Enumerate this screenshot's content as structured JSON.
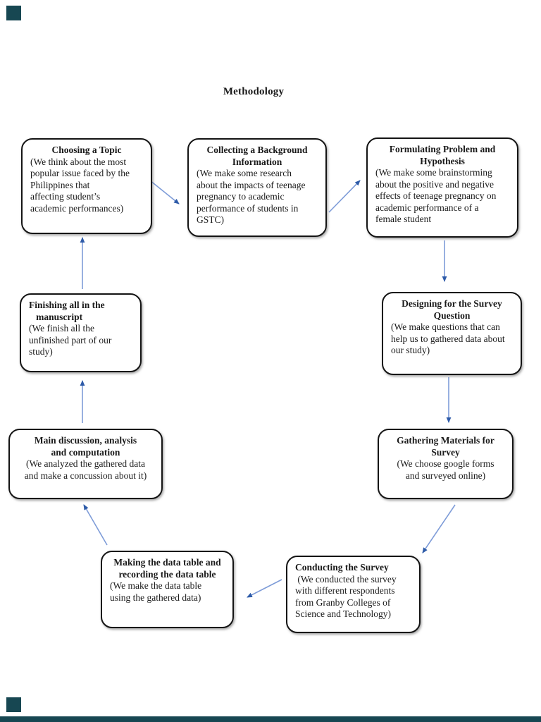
{
  "page": {
    "title": "Methodology"
  },
  "colors": {
    "arrow_line": "#7e9cd8",
    "arrow_head": "#2e5ba8",
    "box_border": "#141414",
    "corner_mark": "#174752",
    "background": "#ffffff"
  },
  "nodes": [
    {
      "id": "choosing-a-topic",
      "title": "Choosing a Topic",
      "body": "(We think about the most\npopular issue faced by the\nPhilippines that\naffecting student’s\nacademic performances)"
    },
    {
      "id": "collecting-background-information",
      "title": "Collecting a Background\nInformation",
      "body": "(We make some research\nabout the impacts of teenage\npregnancy to academic\nperformance of students in\nGSTC)"
    },
    {
      "id": "formulating-problem-hypothesis",
      "title": "Formulating Problem and\nHypothesis",
      "body": "(We make some brainstorming\nabout the positive and negative\neffects of teenage pregnancy on\nacademic performance of a\nfemale student"
    },
    {
      "id": "designing-survey-question",
      "title": "Designing for the Survey\nQuestion",
      "body": "(We make questions that can\nhelp us to gathered data about\nour study)"
    },
    {
      "id": "gathering-materials-survey",
      "title": "Gathering Materials for\nSurvey",
      "body": "(We choose google forms\nand surveyed online)"
    },
    {
      "id": "conducting-the-survey",
      "title": "Conducting the Survey",
      "body": " (We conducted the survey\nwith different respondents\nfrom Granby Colleges of\nScience and Technology)"
    },
    {
      "id": "making-data-table",
      "title": "Making the data table and\nrecording the data table",
      "body": "(We make the data table\nusing the gathered data)"
    },
    {
      "id": "main-discussion-analysis",
      "title": "Main discussion, analysis\nand computation",
      "body": "(We analyzed the gathered data\nand make a concussion about it)"
    },
    {
      "id": "finishing-manuscript",
      "title": "Finishing all in the\n   manuscript",
      "body": "(We finish all the\nunfinished part of our\nstudy)"
    }
  ],
  "edges": [
    {
      "from": "choosing-a-topic",
      "to": "collecting-background-information"
    },
    {
      "from": "collecting-background-information",
      "to": "formulating-problem-hypothesis"
    },
    {
      "from": "formulating-problem-hypothesis",
      "to": "designing-survey-question"
    },
    {
      "from": "designing-survey-question",
      "to": "gathering-materials-survey"
    },
    {
      "from": "gathering-materials-survey",
      "to": "conducting-the-survey"
    },
    {
      "from": "conducting-the-survey",
      "to": "making-data-table"
    },
    {
      "from": "making-data-table",
      "to": "main-discussion-analysis"
    },
    {
      "from": "main-discussion-analysis",
      "to": "finishing-manuscript"
    },
    {
      "from": "finishing-manuscript",
      "to": "choosing-a-topic"
    }
  ]
}
